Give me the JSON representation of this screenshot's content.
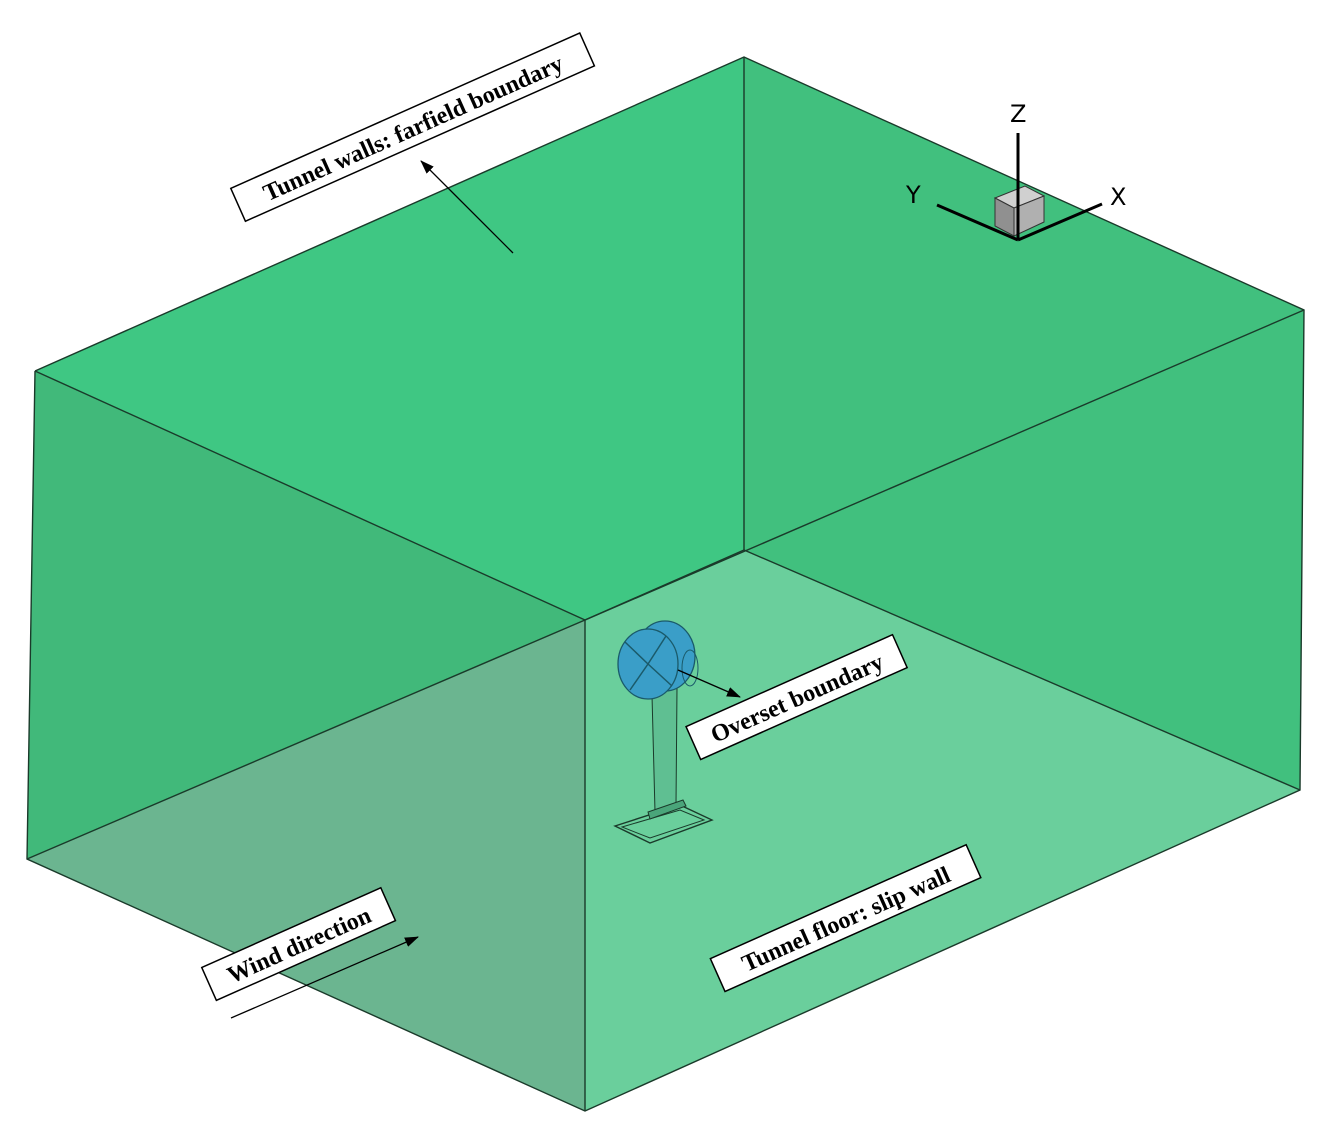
{
  "labels": {
    "tunnel_walls": "Tunnel walls: farfield boundary",
    "overset": "Overset boundary",
    "wind": "Wind direction",
    "floor": "Tunnel floor: slip wall"
  },
  "axes": {
    "x": "X",
    "y": "Y",
    "z": "Z"
  },
  "colors": {
    "top_face": "#40cc85",
    "left_face": "#41b97a",
    "right_face": "#41c07e",
    "floor_face": "#6acf9c",
    "front_left_face": "#6bb590",
    "turbine": "#3a9ec8",
    "edge": "#1a3a2a"
  }
}
